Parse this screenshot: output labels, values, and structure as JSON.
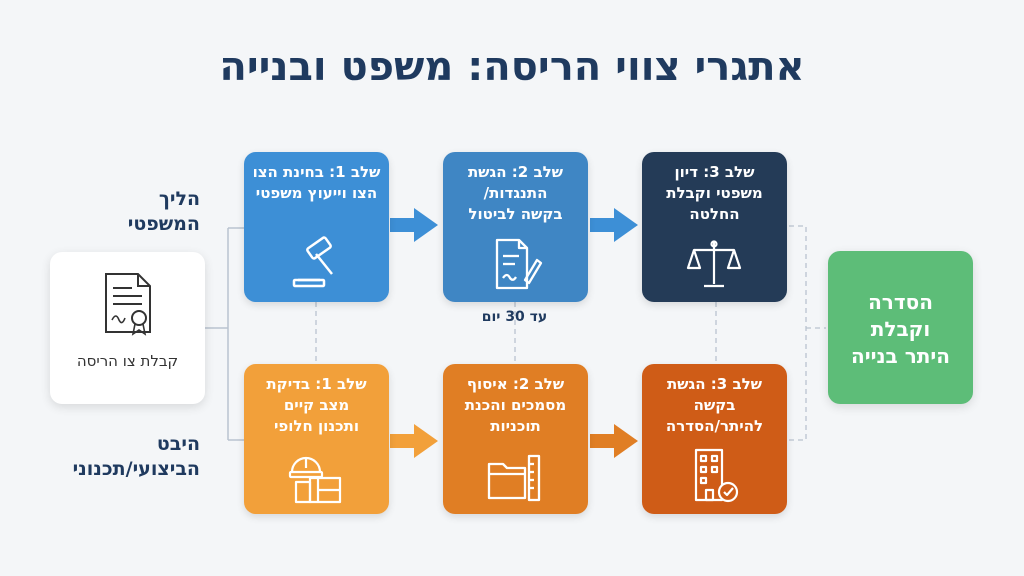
{
  "title": "אתגרי צווי הריסה: משפט ובנייה",
  "row_labels": {
    "legal": "הליך\nהמשפטי",
    "technical": "היבט\nהביצועי/תכנוני"
  },
  "start": {
    "label": "קבלת צו הריסה",
    "icon": "certificate-icon"
  },
  "legal_steps": [
    {
      "label": "שלב 1: בחינת הצו\nהצו וייעוץ משפטי",
      "icon": "gavel-icon",
      "color": "#3d8fd6"
    },
    {
      "label": "שלב 2: הגשת\nהתנגדות/\nבקשה לביטול",
      "icon": "document-pen-icon",
      "color": "#3f86c4"
    },
    {
      "label": "שלב 3: דיון\nמשפטי וקבלת\nהחלטה",
      "icon": "scales-icon",
      "color": "#243b57"
    }
  ],
  "technical_steps": [
    {
      "label": "שלב 1: בדיקת\nמצב קיים\nותכנון חלופי",
      "icon": "hardhat-blueprint-icon",
      "color": "#f2a03a"
    },
    {
      "label": "שלב 2: איסוף\nמסמכים והכנת\nתוכניות",
      "icon": "folder-ruler-icon",
      "color": "#e07e24"
    },
    {
      "label": "שלב 3: הגשת\nבקשה\nלהיתר/הסדרה",
      "icon": "building-check-icon",
      "color": "#cf5c17"
    }
  ],
  "deadline_note": "עד 30 יום",
  "end": {
    "label": "הסדרה\nוקבלת\nהיתר בנייה",
    "color": "#5dbd78"
  }
}
